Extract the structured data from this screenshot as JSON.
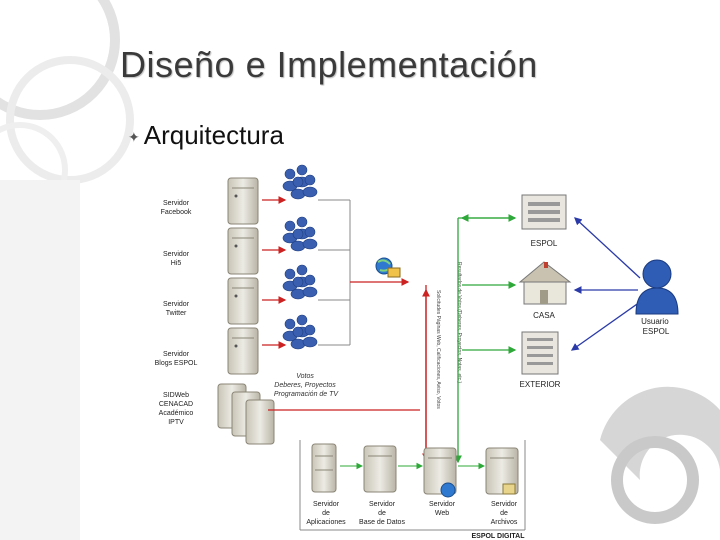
{
  "slide": {
    "title": "Diseño e Implementación",
    "bullet": "Arquitectura"
  },
  "diagram": {
    "servers_left": [
      {
        "lines": [
          "Servidor",
          "Facebook"
        ]
      },
      {
        "lines": [
          "Servidor",
          "Hi5"
        ]
      },
      {
        "lines": [
          "Servidor",
          "Twitter"
        ]
      },
      {
        "lines": [
          "Servidor",
          "Blogs ESPOL"
        ]
      },
      {
        "lines": [
          "SIDWeb",
          "CENACAD",
          "Académico",
          "IPTV"
        ]
      }
    ],
    "votes_label": [
      "Votos",
      "Deberes, Proyectos",
      "Programación de TV"
    ],
    "vertical_note_1": "Solicitudes Páginas Web, Calificaciones, Aviso, Votos",
    "vertical_note_2": "Resultados de Votos (Deberes, Proyectos, Notas, etc.)",
    "locations": [
      "ESPOL",
      "CASA",
      "EXTERIOR"
    ],
    "user_label": [
      "Usuario",
      "ESPOL"
    ],
    "servers_bottom": [
      {
        "lines": [
          "Servidor",
          "de",
          "Aplicaciones"
        ]
      },
      {
        "lines": [
          "Servidor",
          "de",
          "Base de Datos"
        ]
      },
      {
        "lines": [
          "Servidor",
          "Web"
        ]
      },
      {
        "lines": [
          "Servidor",
          "de",
          "Archivos"
        ]
      }
    ],
    "footer_label": "ESPOL DIGITAL"
  },
  "colors": {
    "title": "#3a3a3a",
    "arrow_red": "#cc2222",
    "arrow_green": "#2fa83a",
    "arrow_blue": "#2a3aa8",
    "user_blue": "#2f5db5",
    "server_gray": "#d8d4c8",
    "decor_gray": "#d9d9d9"
  }
}
